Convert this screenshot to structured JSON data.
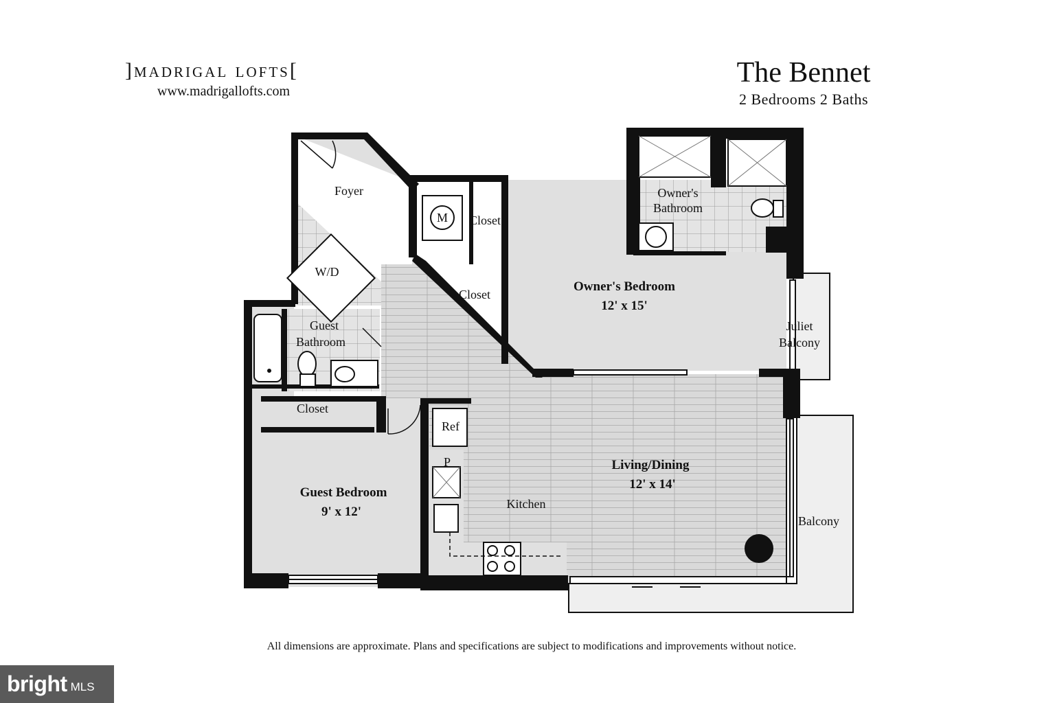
{
  "brand": {
    "name": "]madrigal lofts[",
    "url": "www.madrigallofts.com"
  },
  "plan": {
    "title": "The Bennet",
    "subtitle": "2 Bedrooms 2 Baths"
  },
  "rooms": {
    "foyer": "Foyer",
    "washer_dryer": "W/D",
    "mech": "M",
    "closet_hall": "Closet",
    "closet_owner": "Closet",
    "owners_bath_1": "Owner's",
    "owners_bath_2": "Bathroom",
    "owners_bed_name": "Owner's Bedroom",
    "owners_bed_dims": "12' x 15'",
    "juliet_1": "Juliet",
    "juliet_2": "Balcony",
    "guest_bath_1": "Guest",
    "guest_bath_2": "Bathroom",
    "closet_guest": "Closet",
    "guest_bed_name": "Guest Bedroom",
    "guest_bed_dims": "9' x 12'",
    "ref": "Ref",
    "pantry": "P",
    "kitchen": "Kitchen",
    "living_name": "Living/Dining",
    "living_dims": "12' x 14'",
    "balcony": "Balcony"
  },
  "disclaimer": "All dimensions are approximate. Plans and specifications are subject to modifications and improvements without notice.",
  "mls": {
    "brand": "bright",
    "suffix": "MLS"
  },
  "colors": {
    "wall": "#111111",
    "floor": "#e2e2e2",
    "page": "#ffffff"
  }
}
